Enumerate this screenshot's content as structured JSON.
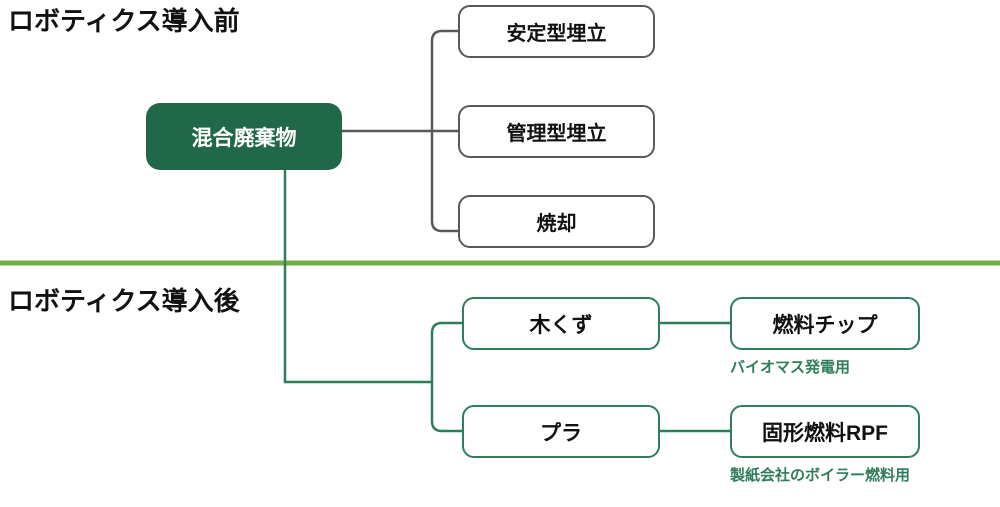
{
  "diagram": {
    "title_before": "ロボティクス導入前",
    "title_after": "ロボティクス導入後",
    "colors": {
      "source_box_fill": "#21684A",
      "green_outline": "#2E7D5B",
      "gray_outline": "#595959",
      "divider": "#70AD47",
      "caption_text": "#2E7D5B",
      "body_text": "#111111",
      "background": "#FFFFFF"
    },
    "source_node": {
      "label": "混合廃棄物"
    },
    "before_branches": [
      {
        "label": "安定型埋立"
      },
      {
        "label": "管理型埋立"
      },
      {
        "label": "焼却"
      }
    ],
    "after_branches": [
      {
        "label": "木くず",
        "product": "燃料チップ",
        "caption": "バイオマス発電用"
      },
      {
        "label": "プラ",
        "product": "固形燃料RPF",
        "caption": "製紙会社のボイラー燃料用"
      }
    ]
  }
}
